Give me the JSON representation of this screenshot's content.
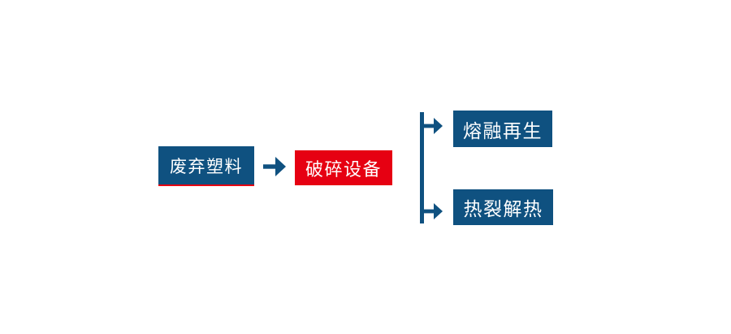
{
  "page": {
    "background": "#FFFFFF"
  },
  "diagram": {
    "type": "flowchart",
    "direction": "left-to-right",
    "colors": {
      "page_background": "#FFFFFF",
      "node_blue": "#0F5180",
      "node_red": "#E60012",
      "connector_blue": "#0F5180",
      "accent_red_underline": "#E60012",
      "node_text": "#FFFFFF"
    },
    "nodes": [
      {
        "id": "waste-plastic",
        "label": "废弃塑料",
        "style": "blue-with-red-underline"
      },
      {
        "id": "crushing-equipment",
        "label": "破碎设备",
        "style": "red"
      },
      {
        "id": "melt-regeneration",
        "label": "熔融再生",
        "style": "blue"
      },
      {
        "id": "pyrolysis-heat",
        "label": "热裂解热",
        "style": "blue"
      }
    ],
    "edges": [
      {
        "from": "waste-plastic",
        "to": "crushing-equipment",
        "connector": "straight-arrow"
      },
      {
        "from": "crushing-equipment",
        "to": "melt-regeneration",
        "connector": "branch-arrow"
      },
      {
        "from": "crushing-equipment",
        "to": "pyrolysis-heat",
        "connector": "branch-arrow"
      }
    ]
  }
}
